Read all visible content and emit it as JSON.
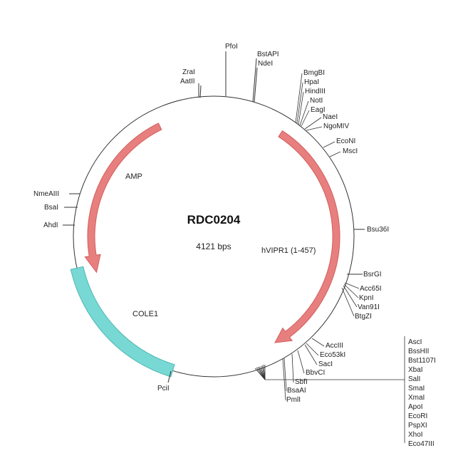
{
  "plasmid": {
    "name": "RDC0204",
    "size_label": "4121 bps"
  },
  "colors": {
    "arrow": "#e87f7f",
    "arrow_stroke": "#d45c5c",
    "origin": "#78d8d4",
    "origin_stroke": "#4fb8b4",
    "backbone": "#333333"
  },
  "features": [
    {
      "name": "AMP",
      "type": "arrow",
      "direction": "counterclockwise"
    },
    {
      "name": "hVIPR1 (1-457)",
      "type": "arrow",
      "direction": "clockwise"
    },
    {
      "name": "COLE1",
      "type": "block"
    }
  ],
  "sites": [
    "PfoI",
    "BstAPI",
    "NdeI",
    "ZraI",
    "AatII",
    "BmgBI",
    "HpaI",
    "HindIII",
    "NotI",
    "EagI",
    "NaeI",
    "NgoMIV",
    "EcoNI",
    "MscI",
    "Bsu36I",
    "BsrGI",
    "Acc65I",
    "KpnI",
    "Van91I",
    "BtgZI",
    "AccIII",
    "Eco53kI",
    "SacI",
    "BbvCI",
    "SbfI",
    "BsaAI",
    "PmlI",
    "PciI",
    "NmeAIII",
    "BsaI",
    "AhdI"
  ],
  "mcs_sites": [
    "AscI",
    "BssHII",
    "Bst1107I",
    "XbaI",
    "SalI",
    "SmaI",
    "XmaI",
    "ApoI",
    "EcoRI",
    "PspXI",
    "XhoI",
    "Eco47III"
  ]
}
